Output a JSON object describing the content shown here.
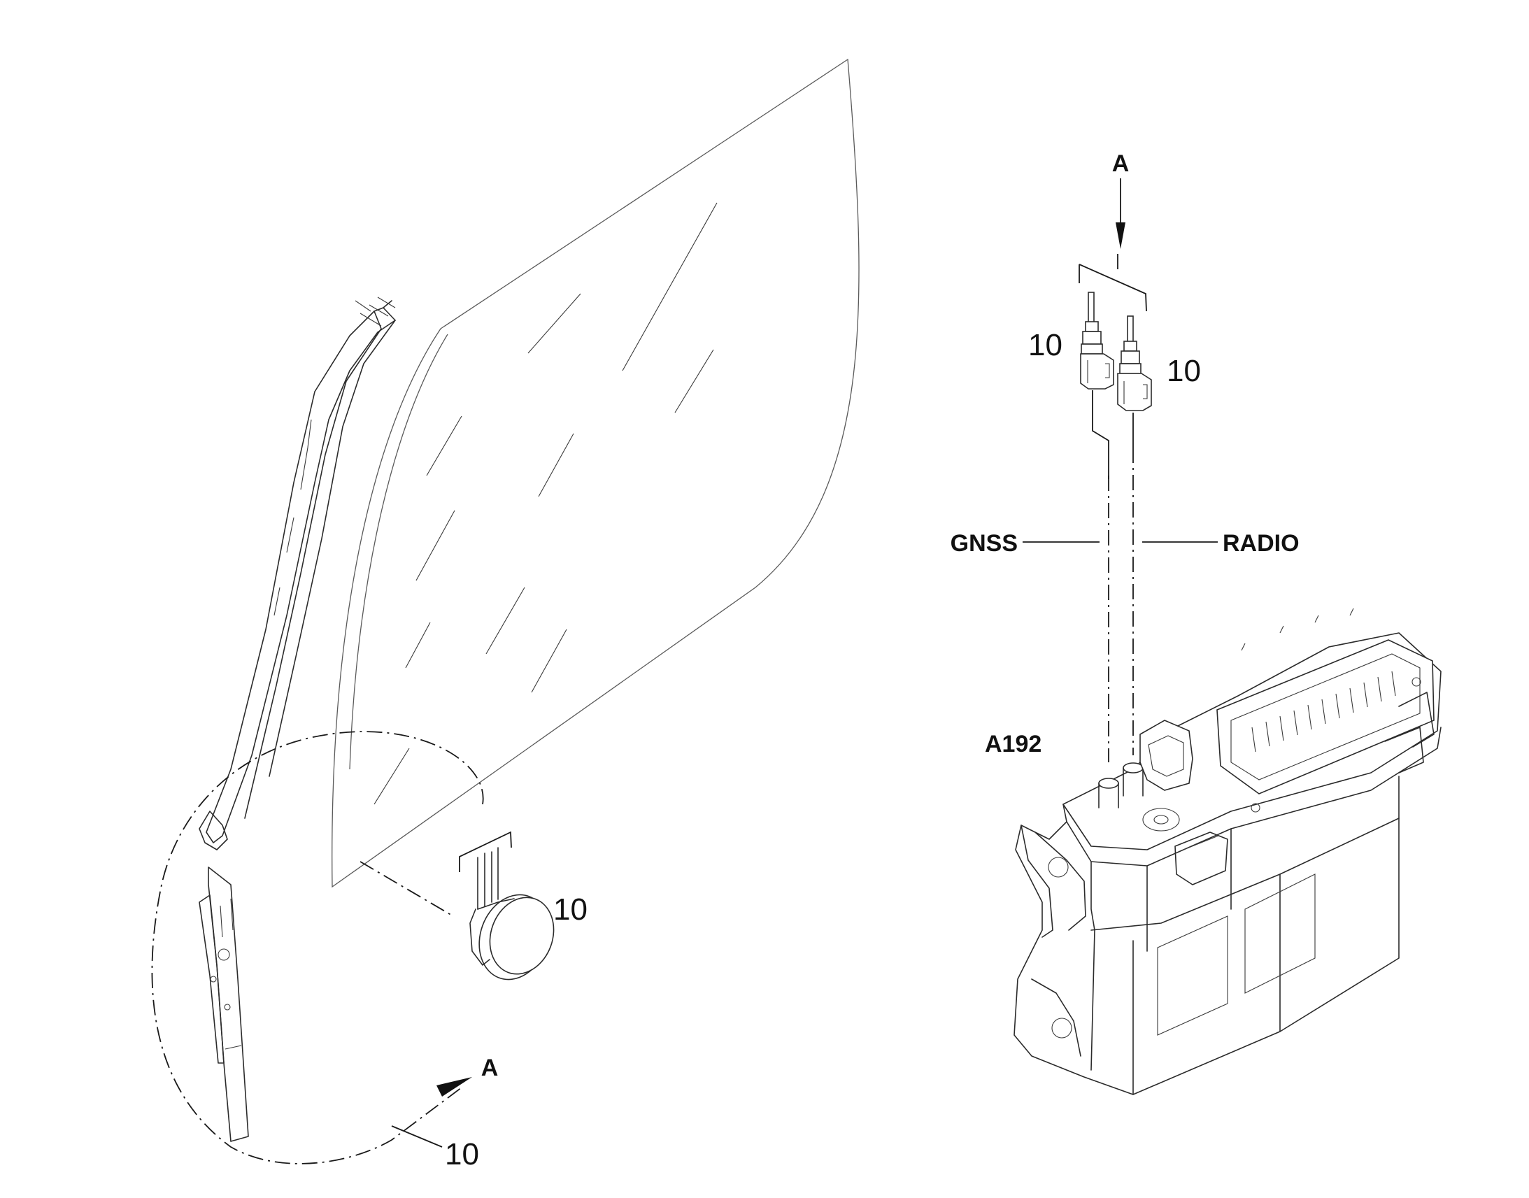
{
  "labels": {
    "view_a_top": "A",
    "view_a_bottom": "A",
    "callout_10_a": "10",
    "callout_10_b": "10",
    "callout_10_c": "10",
    "callout_10_d": "10",
    "gnss": "GNSS",
    "radio": "RADIO",
    "module": "A192"
  }
}
